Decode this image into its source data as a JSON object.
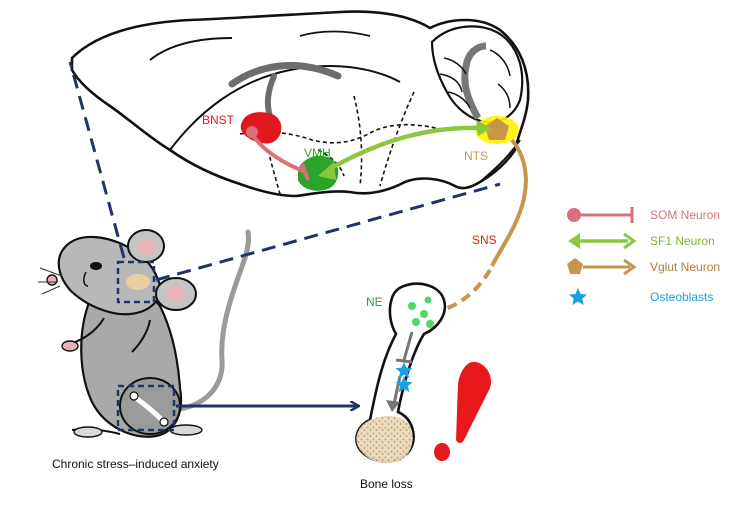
{
  "labels": {
    "bnst": "BNST",
    "vmh": "VMH",
    "nts": "NTS",
    "sns": "SNS",
    "ne": "NE",
    "mouse_caption": "Chronic stress–induced anxiety",
    "bone_caption": "Bone loss"
  },
  "legend": {
    "som": "SOM Neuron",
    "sf1": "SF1 Neuron",
    "vglut": "Vglut Neuron",
    "osteo": "Osteoblasts"
  },
  "colors": {
    "som": "#d9707a",
    "sf1": "#8dc63f",
    "vglut": "#c8964a",
    "osteo": "#1ba1e2",
    "bnst": "#e0191e",
    "vmh": "#2aa52a",
    "nts_glow": "#fff200",
    "dash_navy": "#1f3566",
    "alert": "#e8191c",
    "ne_dot": "#4cd964"
  }
}
